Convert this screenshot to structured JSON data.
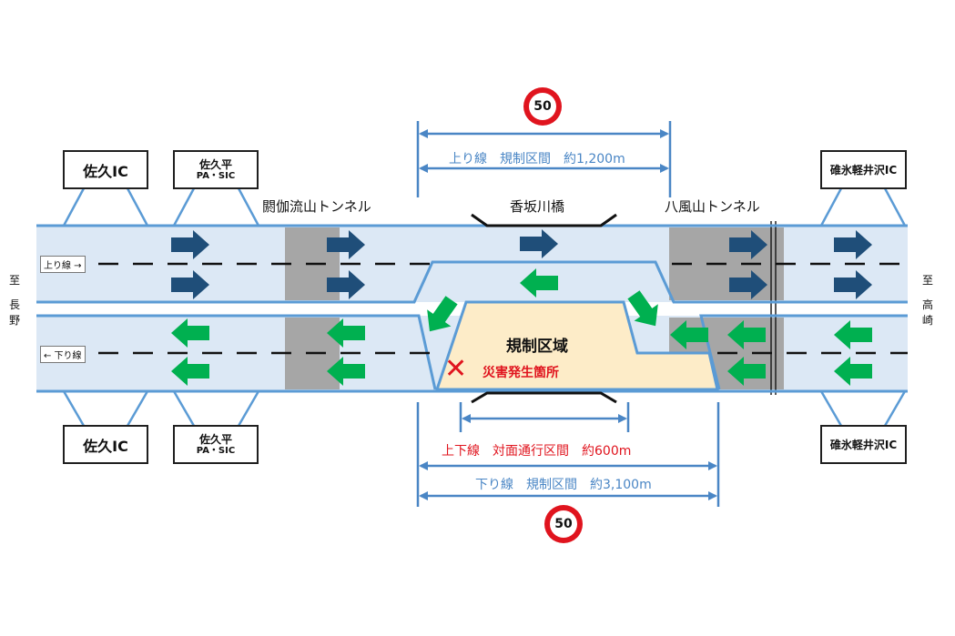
{
  "diagram": {
    "upper_ic_left": "佐久IC",
    "upper_pa_left": "佐久平",
    "upper_pa_left_sub": "PA・SIC",
    "upper_ic_right": "碓氷軽井沢IC",
    "lower_ic_left": "佐久IC",
    "lower_pa_left": "佐久平",
    "lower_pa_left_sub": "PA・SIC",
    "lower_ic_right": "碓氷軽井沢IC",
    "tunnel_1": "閼伽流山トンネル",
    "bridge": "香坂川橋",
    "tunnel_2": "八風山トンネル",
    "up_line_tag": "上り線 →",
    "down_line_tag": "← 下り線",
    "left_dest": [
      "至",
      "長",
      "野"
    ],
    "right_dest": [
      "至",
      "高",
      "崎"
    ],
    "speed_top": "50",
    "speed_bottom": "50",
    "up_restriction": "上り線　規制区間　約1,200m",
    "contraflow": "上下線　対面通行区間　約600m",
    "down_restriction": "下り線　規制区間　約3,100m",
    "zone_title": "規制区域",
    "disaster_mark": "✕",
    "disaster_text": "災害発生箇所"
  },
  "colors": {
    "road_fill": "#dce8f5",
    "road_edge": "#5b9bd5",
    "tunnel": "#a6a6a6",
    "arrow_blue": "#1f4e79",
    "arrow_green": "#00b050",
    "zone_fill": "#fdecc8",
    "speed_red": "#e0141e"
  }
}
